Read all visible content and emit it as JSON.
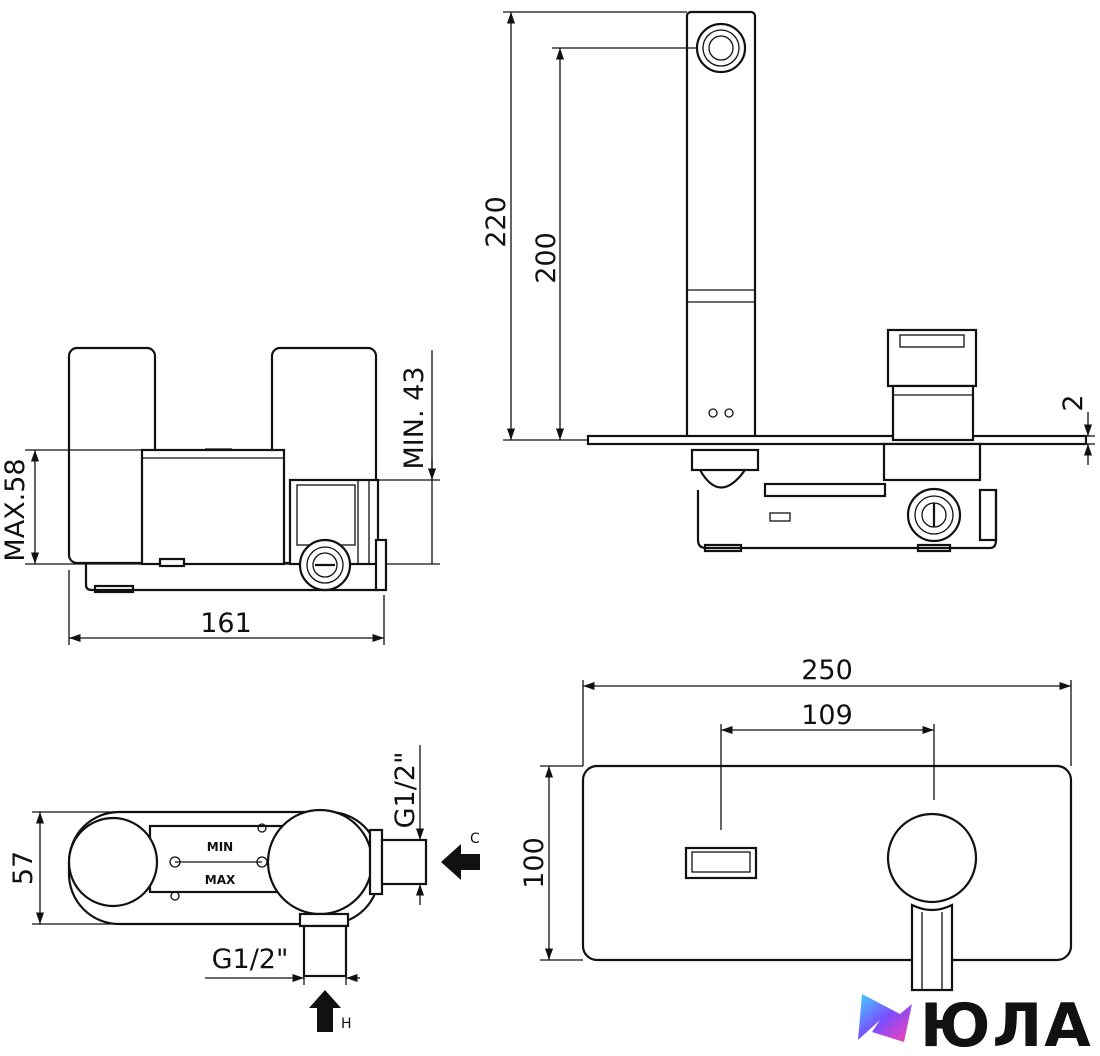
{
  "views": {
    "front_view": {
      "dims": {
        "width": "161",
        "height_max": "MAX.58",
        "height_min": "MIN. 43"
      }
    },
    "side_view": {
      "dims": {
        "overall_height": "220",
        "spout_height": "200",
        "plate_thickness": "2"
      }
    },
    "top_view": {
      "dims": {
        "depth": "57",
        "inlet_hot": "G1/2\"",
        "inlet_cold": "G1/2\""
      },
      "markings": {
        "min": "MIN",
        "max": "MAX"
      },
      "inlet_labels": {
        "cold": "C",
        "hot": "H"
      }
    },
    "plate_view": {
      "dims": {
        "plate_width": "250",
        "center_distance": "109",
        "plate_height": "100"
      }
    }
  },
  "brand": {
    "name": "ЮЛА",
    "icon": "brand-logo-icon"
  }
}
